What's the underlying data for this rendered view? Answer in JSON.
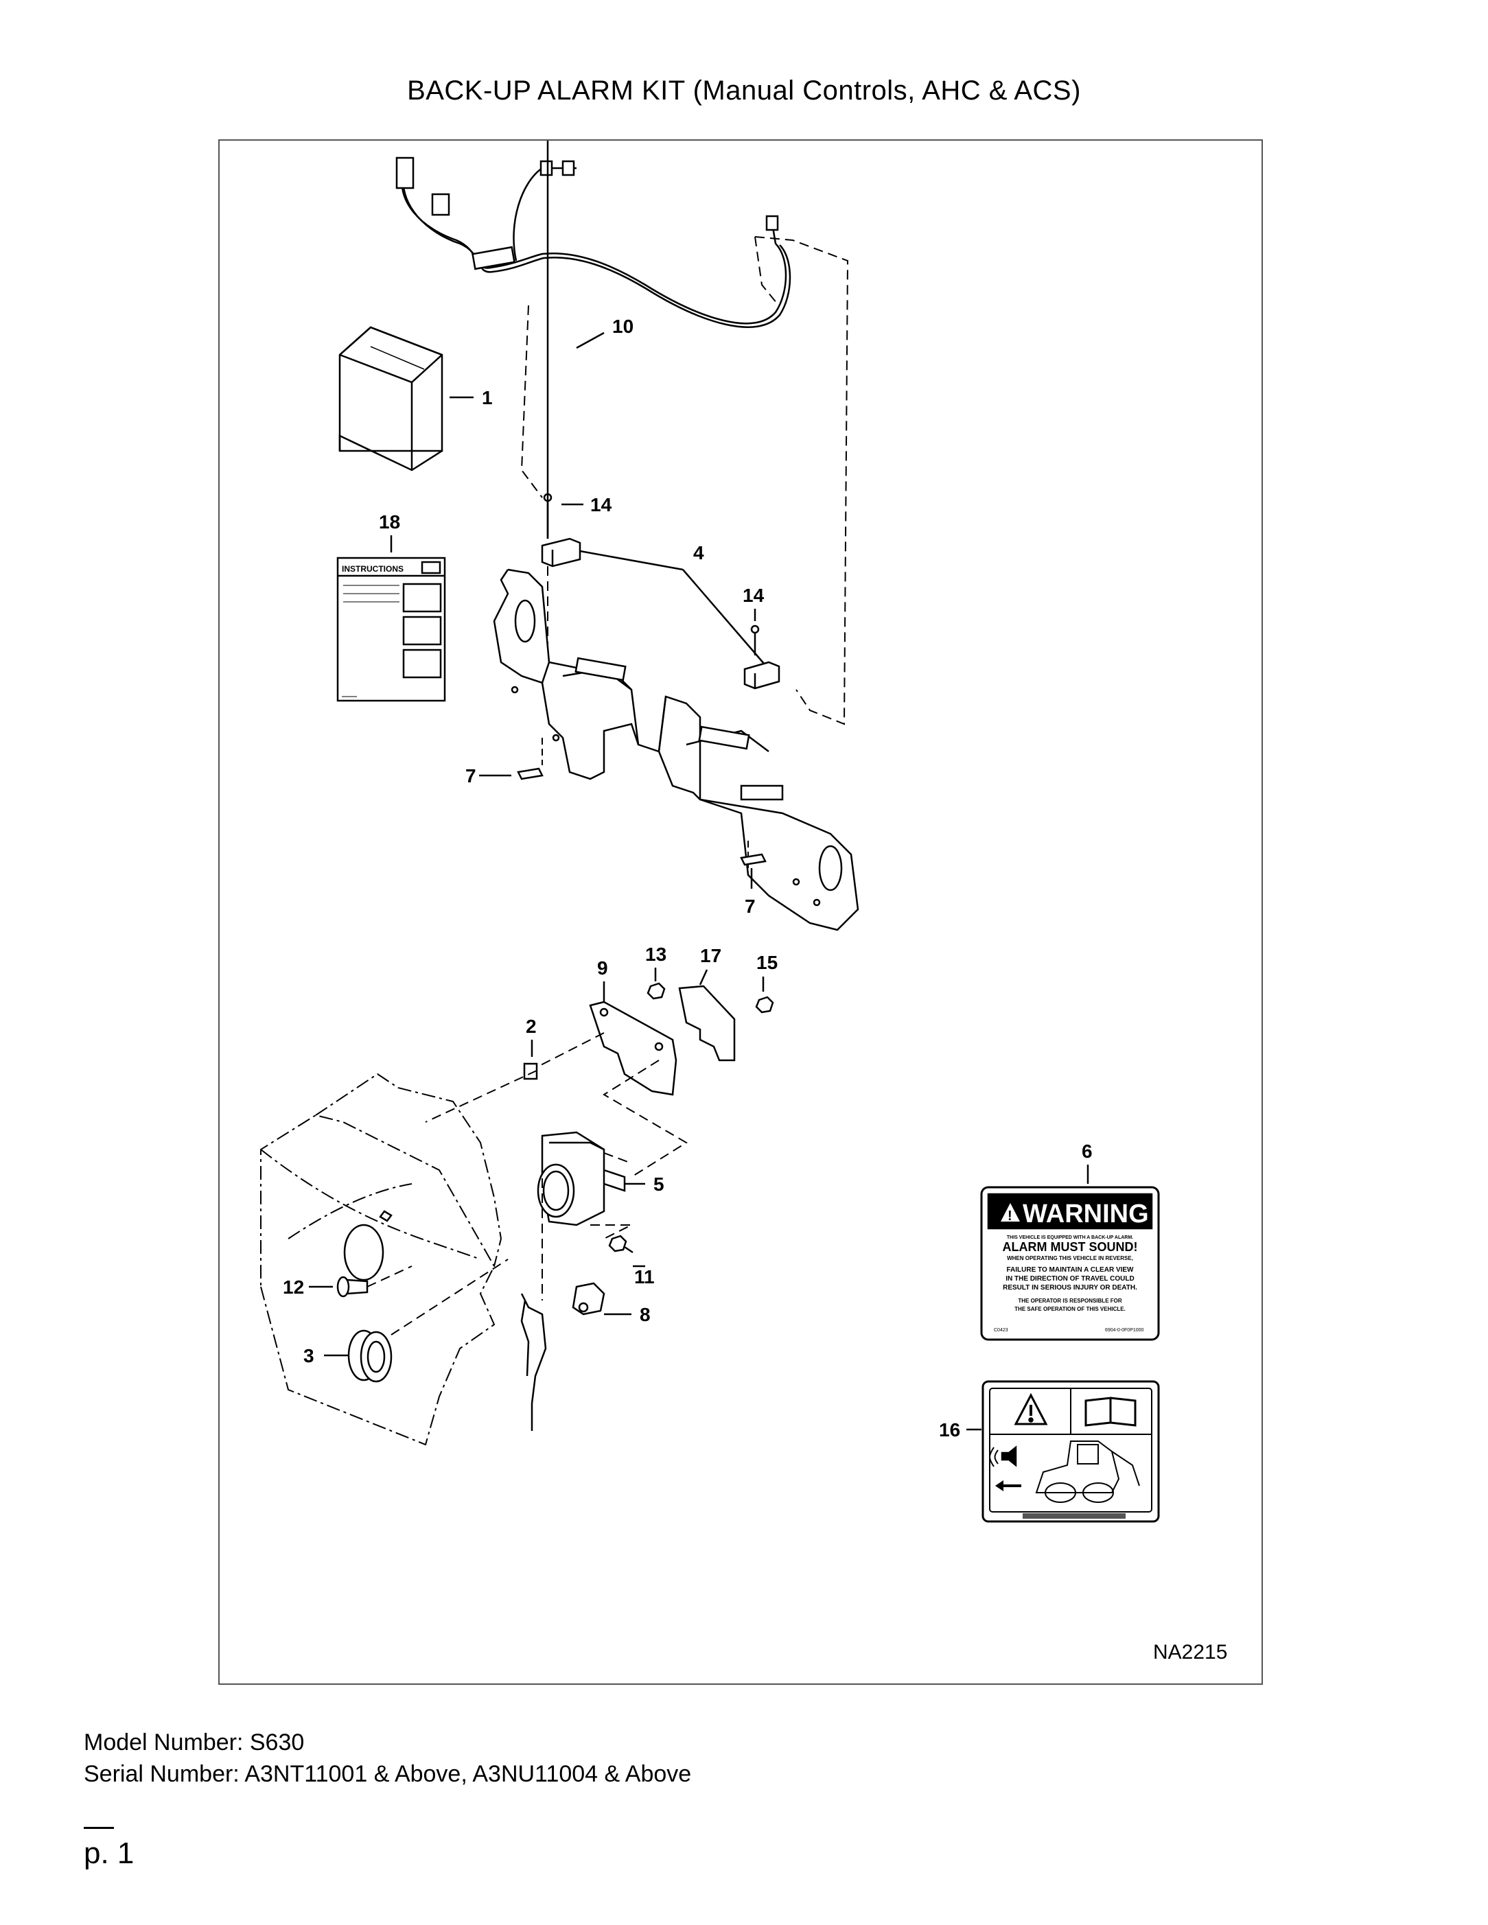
{
  "page": {
    "title": "BACK-UP ALARM KIT (Manual Controls, AHC & ACS)",
    "model_number": "Model Number: S630",
    "serial_number": "Serial Number: A3NT11001 & Above, A3NU11004 & Above",
    "page_number": "p. 1"
  },
  "diagram": {
    "figure_id": "NA2215",
    "callouts": [
      "1",
      "18",
      "10",
      "14",
      "4",
      "14",
      "7",
      "7",
      "13",
      "17",
      "15",
      "9",
      "2",
      "6",
      "5",
      "11",
      "8",
      "12",
      "3",
      "16"
    ],
    "instructions_label": "INSTRUCTIONS",
    "warning_decal": {
      "heading": "WARNING",
      "subheading": "ALARM MUST SOUND!",
      "line1": "THIS VEHICLE IS EQUIPPED WITH A BACK-UP ALARM.",
      "line2": "WHEN OPERATING THIS VEHICLE IN REVERSE,",
      "line3": "FAILURE TO MAINTAIN A CLEAR VIEW",
      "line4": "IN THE DIRECTION OF TRAVEL COULD",
      "line5": "RESULT IN SERIOUS INJURY OR DEATH.",
      "line6": "THE OPERATOR IS RESPONSIBLE FOR",
      "line7": "THE SAFE OPERATION OF THIS VEHICLE.",
      "code_left": "C0423",
      "code_right": "6904-0-0F0P1000"
    }
  },
  "colors": {
    "line": "#000000",
    "frame": "#555555"
  }
}
